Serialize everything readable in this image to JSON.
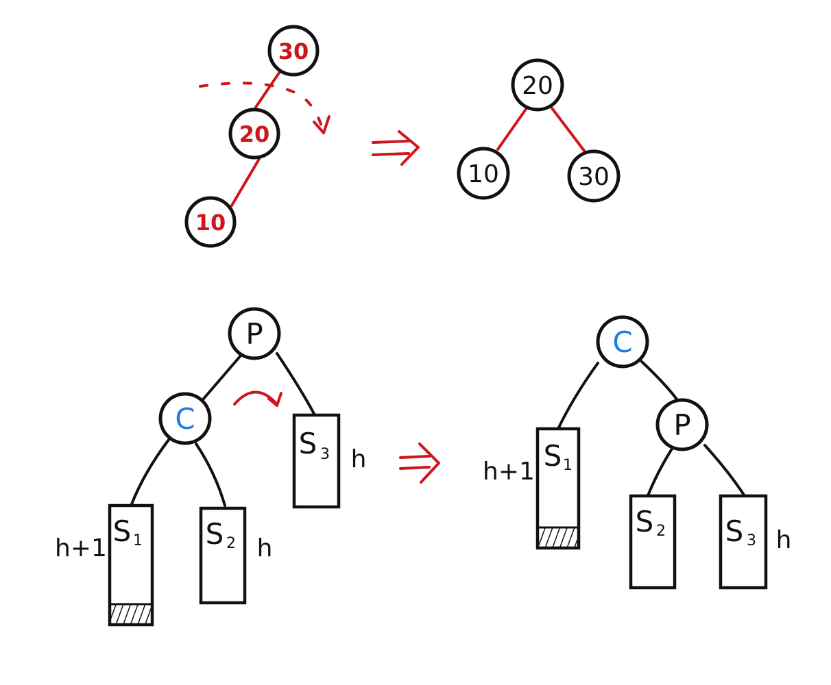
{
  "colors": {
    "ink": "#111111",
    "red": "#d0151a",
    "blue": "#1a7be0"
  },
  "rotation_example": {
    "before": {
      "nodes": [
        "30",
        "20",
        "10"
      ]
    },
    "arrow_icon": "double-arrow-right",
    "after": {
      "nodes": [
        "20",
        "10",
        "30"
      ]
    }
  },
  "general_case": {
    "before": {
      "root": "P",
      "child": "C",
      "subtrees": [
        {
          "name": "S",
          "sub": "1",
          "height": "h+1"
        },
        {
          "name": "S",
          "sub": "2",
          "height": "h"
        },
        {
          "name": "S",
          "sub": "3",
          "height": "h"
        }
      ]
    },
    "arrow_icon": "double-arrow-right",
    "after": {
      "root": "C",
      "child": "P",
      "subtrees": [
        {
          "name": "S",
          "sub": "1",
          "height": "h+1"
        },
        {
          "name": "S",
          "sub": "2",
          "height": ""
        },
        {
          "name": "S",
          "sub": "3",
          "height": "h"
        }
      ]
    }
  }
}
